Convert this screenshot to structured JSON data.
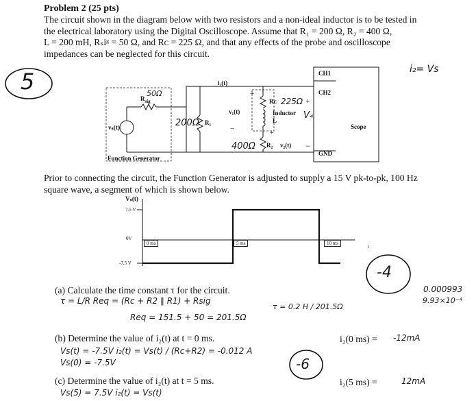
{
  "problem": {
    "title": "Problem 2 (25 pts)",
    "lines": [
      "The circuit shown in the diagram below with two resistors and a non-ideal inductor is to be tested in",
      "the electrical laboratory using the Digital Oscilloscope.  Assume that R₁ = 200 Ω, R₂ = 400 Ω,",
      "L = 200 mH, Rₛiᵍ = 50 Ω, and Rᴄ = 225 Ω, and that any effects of the probe and oscilloscope",
      "impedances can be neglected for this circuit."
    ]
  },
  "circuit": {
    "i2": "i₂(t)",
    "rsig": "R",
    "rsig_sub": "sig",
    "rsig_hand": "50Ω",
    "r1_hand": "200Ω",
    "r1": "R₁",
    "v1": "v₁(t)",
    "vs": "vₛ(t)",
    "rc": "Rᴄ",
    "rc_hand": "225Ω",
    "inductor": "Inductor",
    "l": "L",
    "r2_hand": "400Ω",
    "r2": "R₂",
    "v2": "v₂(t)",
    "plus1": "+",
    "minus1": "−",
    "plus2": "+",
    "plus3": "+",
    "minus2": "−",
    "v4_hand": "V₄",
    "fg_label": "Function Generator",
    "ch1": "CH1",
    "ch2": "CH2",
    "scope": "Scope",
    "gnd": "GND"
  },
  "grade": {
    "score": "5",
    "note": "i₂= Vs"
  },
  "prior": {
    "lines": [
      "Prior to connecting the circuit, the Function Generator is adjusted to supply a 15 V pk-to-pk, 100 Hz",
      "square wave, a segment of which is shown below."
    ]
  },
  "waveform": {
    "ylabel": "Vₛ(t)",
    "y_top": "7.5 V",
    "y_zero": "0V",
    "y_bottom": "-7.5 V",
    "t0": "0 ms",
    "t5": "5 ms",
    "t10": "10 ms",
    "t_axis": "t",
    "high_V": 7.5,
    "low_V": -7.5,
    "period_ms": 10
  },
  "qa": {
    "text": "(a) Calculate the time constant τ for the circuit.",
    "hand1": "τ = L/R    Req = (Rc + R2 ∥ R1) + Rsig",
    "hand2": "Req = 151.5 + 50 = 201.5Ω",
    "hand3": "τ = 0.2 H / 201.5Ω",
    "ans": "0.000993",
    "ans2": "9.93×10⁻⁴",
    "mark": "-4"
  },
  "qb": {
    "text": "(b) Determine the value of i₂(t) at t = 0 ms.",
    "blank": "i₂(0 ms) =",
    "hand1": "Vs(t) = -7.5V    i₂(t) = Vs(t) / (Rc+R2) = -0.012 A",
    "hand2": "Vs(0) = -7.5V",
    "ans": "-12mA",
    "mark": "-6"
  },
  "qc": {
    "text": "(c) Determine the value of i₂(t) at t = 5 ms.",
    "blank": "i₂(5 ms) =",
    "hand1": "Vs(5) = 7.5V     i₂(t) = Vs(t)",
    "ans": "12mA"
  }
}
